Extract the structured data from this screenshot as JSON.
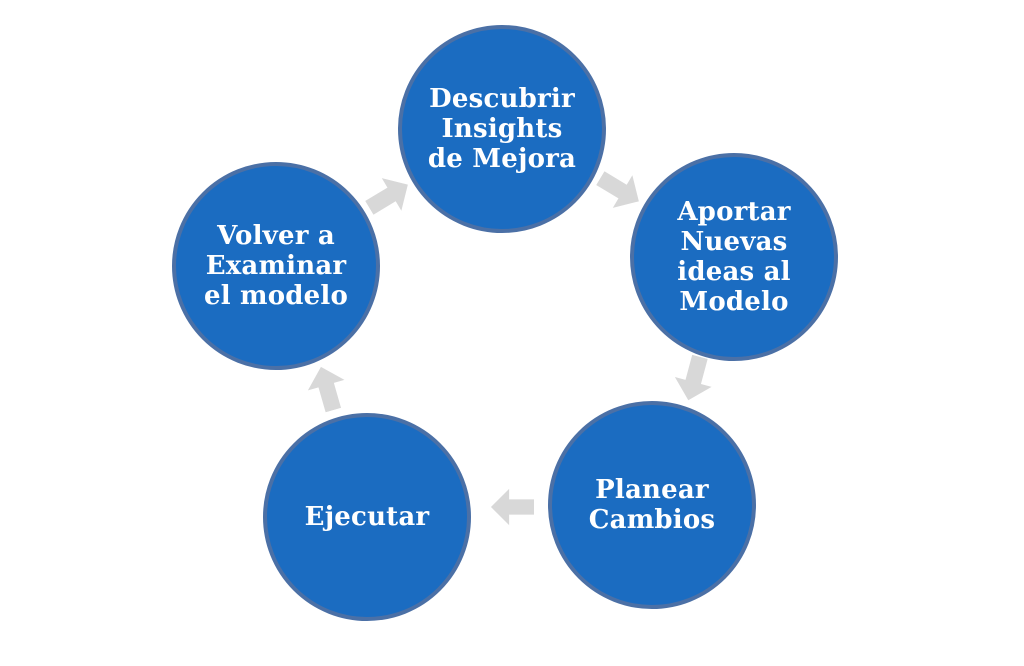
{
  "diagram": {
    "type": "cycle",
    "direction": "clockwise",
    "nodes": [
      {
        "id": "descubrir",
        "label": "Descubrir\nInsights\nde Mejora"
      },
      {
        "id": "aportar",
        "label": "Aportar\nNuevas\nideas al\nModelo"
      },
      {
        "id": "planear",
        "label": "Planear\nCambios"
      },
      {
        "id": "ejecutar",
        "label": "Ejecutar"
      },
      {
        "id": "volver",
        "label": "Volver a\nExaminar\nel modelo"
      }
    ],
    "flow": [
      {
        "from": "descubrir",
        "to": "aportar"
      },
      {
        "from": "aportar",
        "to": "planear"
      },
      {
        "from": "planear",
        "to": "ejecutar"
      },
      {
        "from": "ejecutar",
        "to": "volver"
      },
      {
        "from": "volver",
        "to": "descubrir"
      }
    ]
  },
  "colors": {
    "node_fill": "#1b6cc1",
    "node_border": "#4b70a6",
    "arrow": "#d8d8d8",
    "text": "#ffffff",
    "background": "#ffffff"
  }
}
